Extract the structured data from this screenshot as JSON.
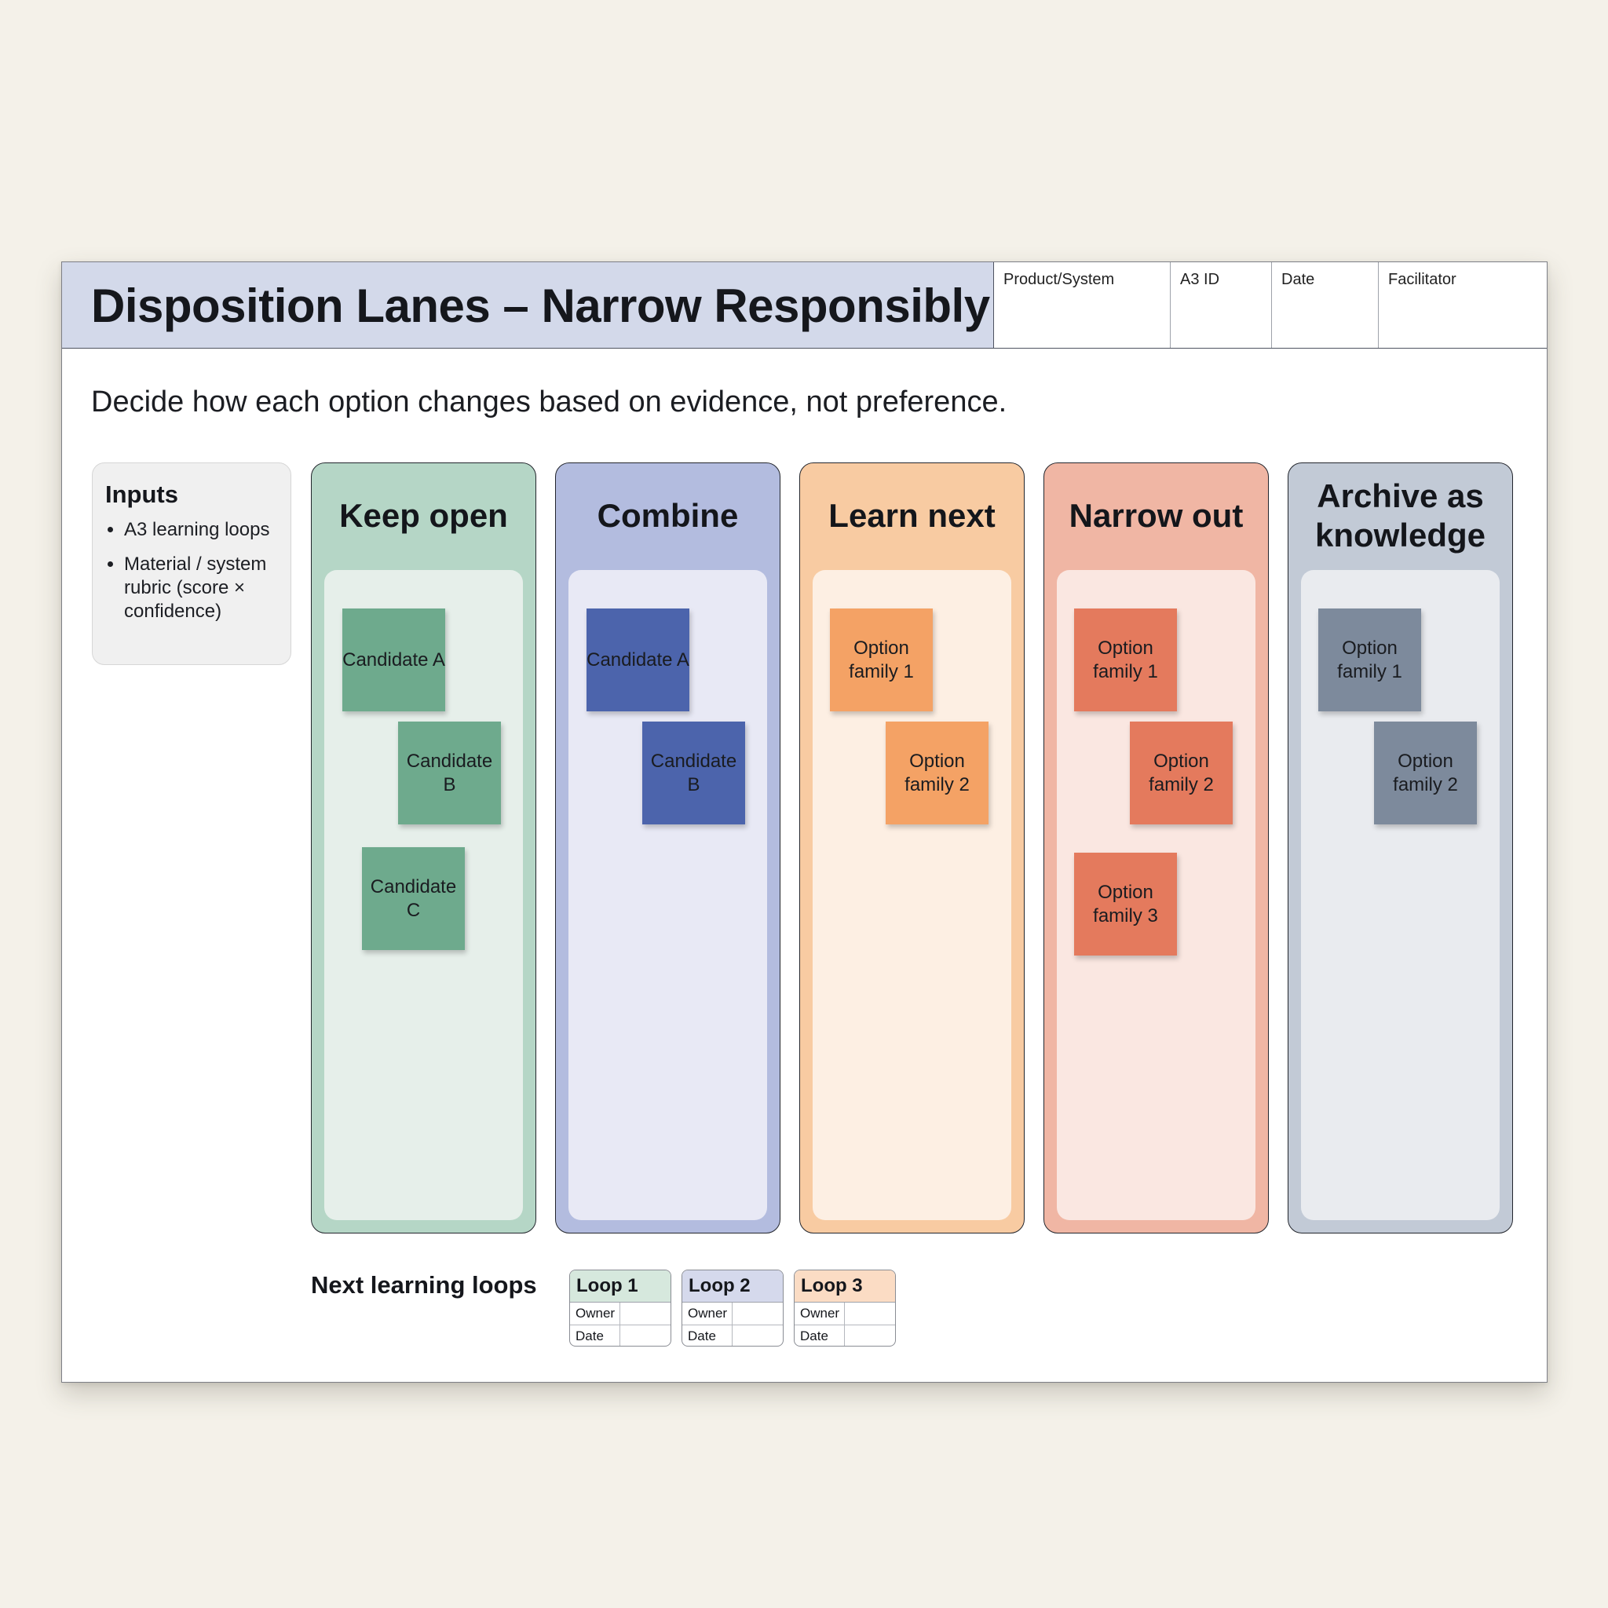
{
  "header": {
    "title": "Disposition Lanes – Narrow Responsibly",
    "meta_fields": [
      "Product/System",
      "A3 ID",
      "Date",
      "Facilitator"
    ]
  },
  "subtitle": "Decide how each option changes based on evidence, not preference.",
  "inputs": {
    "title": "Inputs",
    "items": [
      "A3 learning loops",
      "Material / system rubric (score × confidence)"
    ]
  },
  "lanes": [
    {
      "title": "Keep open",
      "color": "#b5d6c6",
      "inner": "#e6efea",
      "note_color": "#6eaa8d",
      "notes": [
        "Candidate A",
        "Candidate B",
        "Candidate C"
      ]
    },
    {
      "title": "Combine",
      "color": "#b3bcdf",
      "inner": "#e8e9f5",
      "note_color": "#4c64ac",
      "notes": [
        "Candidate A",
        "Candidate B"
      ]
    },
    {
      "title": "Learn next",
      "color": "#f8cba2",
      "inner": "#fdefe3",
      "note_color": "#f4a265",
      "notes": [
        "Option family 1",
        "Option family 2"
      ]
    },
    {
      "title": "Narrow out",
      "color": "#f0b6a4",
      "inner": "#fae7e1",
      "note_color": "#e47a5d",
      "notes": [
        "Option family 1",
        "Option family 2",
        "Option family 3"
      ]
    },
    {
      "title": "Archive as knowledge",
      "color": "#c2cad6",
      "inner": "#e9ebef",
      "note_color": "#7d8a9c",
      "notes": [
        "Option family 1",
        "Option family 2"
      ]
    }
  ],
  "loops": {
    "label": "Next learning loops",
    "cards": [
      {
        "title": "Loop 1",
        "color": "#d6e8dd",
        "rows": [
          "Owner",
          "Date"
        ]
      },
      {
        "title": "Loop 2",
        "color": "#d5d9ec",
        "rows": [
          "Owner",
          "Date"
        ]
      },
      {
        "title": "Loop 3",
        "color": "#fbdcc4",
        "rows": [
          "Owner",
          "Date"
        ]
      }
    ]
  }
}
